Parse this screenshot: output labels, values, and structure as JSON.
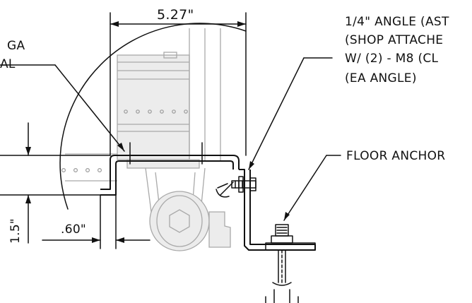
{
  "labels": {
    "gauge_partial_1": "GA",
    "gauge_partial_2": "AL",
    "angle_note_1": "1/4\" ANGLE (AST",
    "angle_note_2": "(SHOP ATTACHE",
    "angle_note_3": "W/ (2) - M8 (CL",
    "angle_note_4": "(EA ANGLE)",
    "floor_anchor": "FLOOR ANCHOR"
  },
  "dimensions": {
    "width": "5.27\"",
    "height": "1.5\"",
    "offset": ".60\""
  },
  "colors": {
    "ink": "#111111",
    "ghost": "#a9a9a9",
    "ghost_fill": "#ececec"
  }
}
